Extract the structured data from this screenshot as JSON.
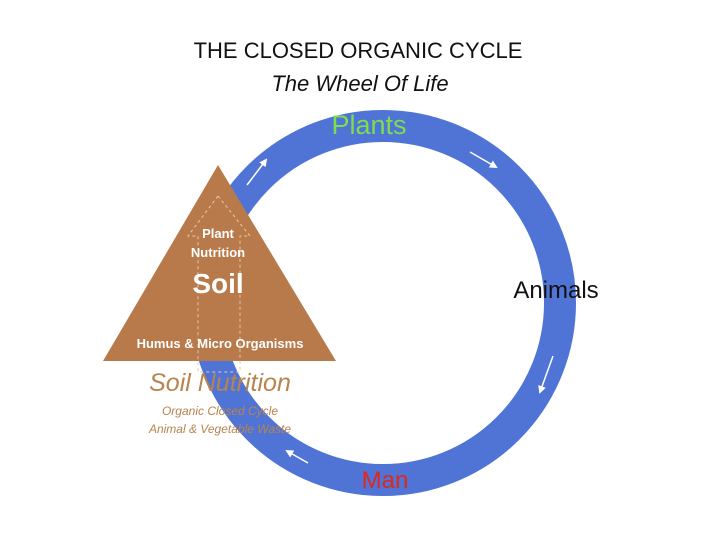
{
  "title": "THE CLOSED ORGANIC CYCLE",
  "subtitle": "The Wheel Of Life",
  "cycle": {
    "top_label": "Plants",
    "right_label": "Animals",
    "bottom_label": "Man"
  },
  "triangle": {
    "top_line1": "Plant",
    "top_line2": "Nutrition",
    "center_label": "Soil",
    "base_label": "Humus & Micro Organisms"
  },
  "caption": {
    "heading": "Soil Nutrition",
    "line1": "Organic Closed Cycle",
    "line2": "Animal & Vegetable Waste"
  },
  "colors": {
    "ring": "#4f74d6",
    "triangle": "#b87a4a",
    "plants": "#7ddc4f",
    "man": "#e0271d",
    "caption": "#b8834f",
    "text": "#111111",
    "arrow": "#ffffff"
  }
}
